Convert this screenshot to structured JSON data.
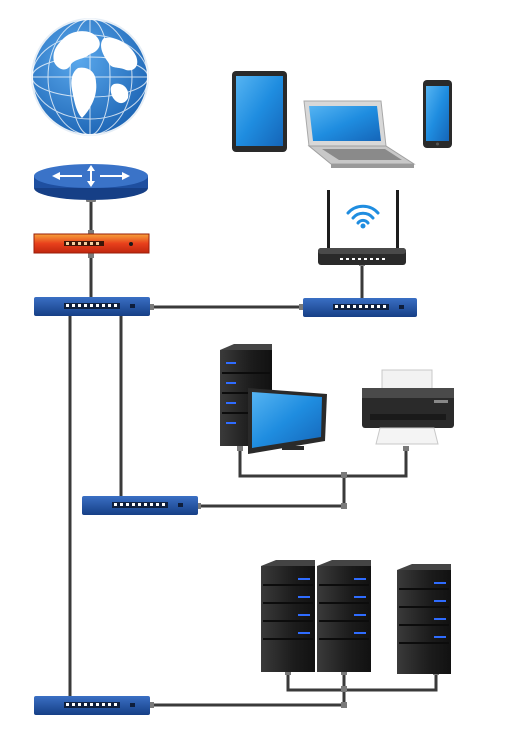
{
  "diagram": {
    "nodes": [
      {
        "id": "internet",
        "icon": "globe-icon"
      },
      {
        "id": "router",
        "icon": "router-icon"
      },
      {
        "id": "firewall",
        "icon": "firewall-icon"
      },
      {
        "id": "core-switch",
        "icon": "network-switch-icon"
      },
      {
        "id": "wifi-switch",
        "icon": "network-switch-icon"
      },
      {
        "id": "wireless-access-point",
        "icon": "wifi-router-icon"
      },
      {
        "id": "tablet",
        "icon": "tablet-icon"
      },
      {
        "id": "laptop",
        "icon": "laptop-icon"
      },
      {
        "id": "smartphone",
        "icon": "smartphone-icon"
      },
      {
        "id": "office-switch",
        "icon": "network-switch-icon"
      },
      {
        "id": "desktop-computer",
        "icon": "desktop-tower-icon"
      },
      {
        "id": "monitor",
        "icon": "monitor-icon"
      },
      {
        "id": "printer",
        "icon": "printer-icon"
      },
      {
        "id": "server-switch",
        "icon": "network-switch-icon"
      },
      {
        "id": "server-1",
        "icon": "server-tower-icon"
      },
      {
        "id": "server-2",
        "icon": "server-tower-icon"
      },
      {
        "id": "server-3",
        "icon": "server-tower-icon"
      }
    ],
    "links": [
      [
        "router",
        "firewall"
      ],
      [
        "firewall",
        "core-switch"
      ],
      [
        "core-switch",
        "wifi-switch"
      ],
      [
        "wifi-switch",
        "wireless-access-point"
      ],
      [
        "core-switch",
        "office-switch"
      ],
      [
        "core-switch",
        "server-switch"
      ],
      [
        "office-switch",
        "desktop-computer"
      ],
      [
        "office-switch",
        "printer"
      ],
      [
        "server-switch",
        "server-1"
      ],
      [
        "server-switch",
        "server-2"
      ],
      [
        "server-switch",
        "server-3"
      ]
    ],
    "colors": {
      "cable": "#3a3a3a",
      "switch_blue": "#1e4fa0",
      "screen_blue": "#1f8de0",
      "globe_ocean": "#2a7ccc",
      "server_black": "#1c1c1c",
      "firewall_red": "#e8401c",
      "led_blue": "#2f6cff"
    }
  }
}
